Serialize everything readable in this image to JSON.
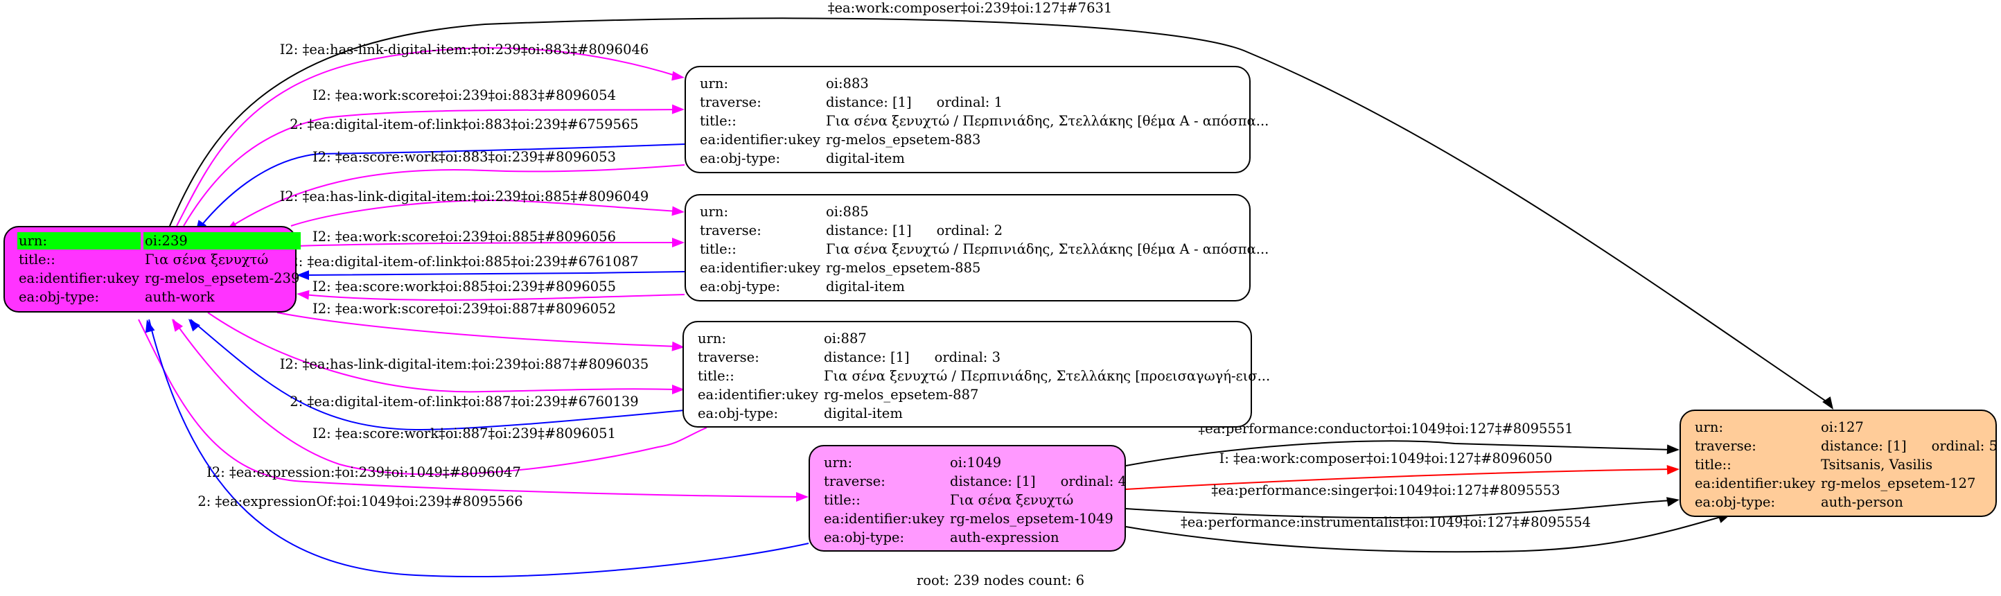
{
  "graph": {
    "footer": "root: 239 nodes count: 6",
    "colors": {
      "root_fill": "#ff33ff",
      "root_urn_highlight": "#00ff00",
      "digital_item_fill": "#ffffff",
      "expression_fill": "#ff99ff",
      "person_fill": "#ffcc99",
      "edge_magenta": "#ff00ff",
      "edge_blue": "#0000ff",
      "edge_black": "#000000",
      "edge_red": "#ff0000"
    },
    "nodes": [
      {
        "id": "239",
        "rows": [
          {
            "key": "urn:",
            "value": "oi:239"
          },
          {
            "key": "title::",
            "value": "Για σένα ξενυχτώ"
          },
          {
            "key": "ea:identifier:ukey",
            "value": "rg-melos_epsetem-239"
          },
          {
            "key": "ea:obj-type:",
            "value": "auth-work"
          }
        ]
      },
      {
        "id": "883",
        "rows": [
          {
            "key": "urn:",
            "value": "oi:883"
          },
          {
            "key": "traverse:",
            "value": "distance: [1]",
            "extra": "ordinal: 1"
          },
          {
            "key": "title::",
            "value": "Για σένα ξενυχτώ / Περπινιάδης, Στελλάκης [θέμα A - απόσπα..."
          },
          {
            "key": "ea:identifier:ukey",
            "value": "rg-melos_epsetem-883"
          },
          {
            "key": "ea:obj-type:",
            "value": "digital-item"
          }
        ]
      },
      {
        "id": "885",
        "rows": [
          {
            "key": "urn:",
            "value": "oi:885"
          },
          {
            "key": "traverse:",
            "value": "distance: [1]",
            "extra": "ordinal: 2"
          },
          {
            "key": "title::",
            "value": "Για σένα ξενυχτώ / Περπινιάδης, Στελλάκης [θέμα A - απόσπα..."
          },
          {
            "key": "ea:identifier:ukey",
            "value": "rg-melos_epsetem-885"
          },
          {
            "key": "ea:obj-type:",
            "value": "digital-item"
          }
        ]
      },
      {
        "id": "887",
        "rows": [
          {
            "key": "urn:",
            "value": "oi:887"
          },
          {
            "key": "traverse:",
            "value": "distance: [1]",
            "extra": "ordinal: 3"
          },
          {
            "key": "title::",
            "value": "Για σένα ξενυχτώ / Περπινιάδης, Στελλάκης [προεισαγωγή-εισ..."
          },
          {
            "key": "ea:identifier:ukey",
            "value": "rg-melos_epsetem-887"
          },
          {
            "key": "ea:obj-type:",
            "value": "digital-item"
          }
        ]
      },
      {
        "id": "1049",
        "rows": [
          {
            "key": "urn:",
            "value": "oi:1049"
          },
          {
            "key": "traverse:",
            "value": "distance: [1]",
            "extra": "ordinal: 4"
          },
          {
            "key": "title::",
            "value": "Για σένα ξενυχτώ"
          },
          {
            "key": "ea:identifier:ukey",
            "value": "rg-melos_epsetem-1049"
          },
          {
            "key": "ea:obj-type:",
            "value": "auth-expression"
          }
        ]
      },
      {
        "id": "127",
        "rows": [
          {
            "key": "urn:",
            "value": "oi:127"
          },
          {
            "key": "traverse:",
            "value": "distance: [1]",
            "extra": "ordinal: 5"
          },
          {
            "key": "title::",
            "value": "Tsitsanis, Vasilis"
          },
          {
            "key": "ea:identifier:ukey",
            "value": "rg-melos_epsetem-127"
          },
          {
            "key": "ea:obj-type:",
            "value": "auth-person"
          }
        ]
      }
    ],
    "edges": [
      {
        "from": "239",
        "to": "127",
        "color": "black",
        "label": "‡ea:work:composer‡oi:239‡oi:127‡#7631"
      },
      {
        "from": "239",
        "to": "883",
        "color": "magenta",
        "label": "I2: ‡ea:has-link-digital-item:‡oi:239‡oi:883‡#8096046"
      },
      {
        "from": "239",
        "to": "883",
        "color": "magenta",
        "label": "I2: ‡ea:work:score‡oi:239‡oi:883‡#8096054"
      },
      {
        "from": "883",
        "to": "239",
        "color": "blue",
        "label": "2: ‡ea:digital-item-of:link‡oi:883‡oi:239‡#6759565"
      },
      {
        "from": "883",
        "to": "239",
        "color": "magenta",
        "label": "I2: ‡ea:score:work‡oi:883‡oi:239‡#8096053"
      },
      {
        "from": "239",
        "to": "885",
        "color": "magenta",
        "label": "I2: ‡ea:has-link-digital-item:‡oi:239‡oi:885‡#8096049"
      },
      {
        "from": "239",
        "to": "885",
        "color": "magenta",
        "label": "I2: ‡ea:work:score‡oi:239‡oi:885‡#8096056"
      },
      {
        "from": "885",
        "to": "239",
        "color": "blue",
        "label": "2: ‡ea:digital-item-of:link‡oi:885‡oi:239‡#6761087"
      },
      {
        "from": "885",
        "to": "239",
        "color": "magenta",
        "label": "I2: ‡ea:score:work‡oi:885‡oi:239‡#8096055"
      },
      {
        "from": "239",
        "to": "887",
        "color": "magenta",
        "label": "I2: ‡ea:work:score‡oi:239‡oi:887‡#8096052"
      },
      {
        "from": "239",
        "to": "887",
        "color": "magenta",
        "label": "I2: ‡ea:has-link-digital-item:‡oi:239‡oi:887‡#8096035"
      },
      {
        "from": "887",
        "to": "239",
        "color": "blue",
        "label": "2: ‡ea:digital-item-of:link‡oi:887‡oi:239‡#6760139"
      },
      {
        "from": "887",
        "to": "239",
        "color": "magenta",
        "label": "I2: ‡ea:score:work‡oi:887‡oi:239‡#8096051"
      },
      {
        "from": "239",
        "to": "1049",
        "color": "magenta",
        "label": "I2: ‡ea:expression:‡oi:239‡oi:1049‡#8096047"
      },
      {
        "from": "1049",
        "to": "239",
        "color": "blue",
        "label": "2: ‡ea:expressionOf:‡oi:1049‡oi:239‡#8095566"
      },
      {
        "from": "1049",
        "to": "127",
        "color": "black",
        "label": "‡ea:performance:conductor‡oi:1049‡oi:127‡#8095551"
      },
      {
        "from": "1049",
        "to": "127",
        "color": "red",
        "label": "I: ‡ea:work:composer‡oi:1049‡oi:127‡#8096050"
      },
      {
        "from": "1049",
        "to": "127",
        "color": "black",
        "label": "‡ea:performance:singer‡oi:1049‡oi:127‡#8095553"
      },
      {
        "from": "1049",
        "to": "127",
        "color": "black",
        "label": "‡ea:performance:instrumentalist‡oi:1049‡oi:127‡#8095554"
      }
    ]
  }
}
